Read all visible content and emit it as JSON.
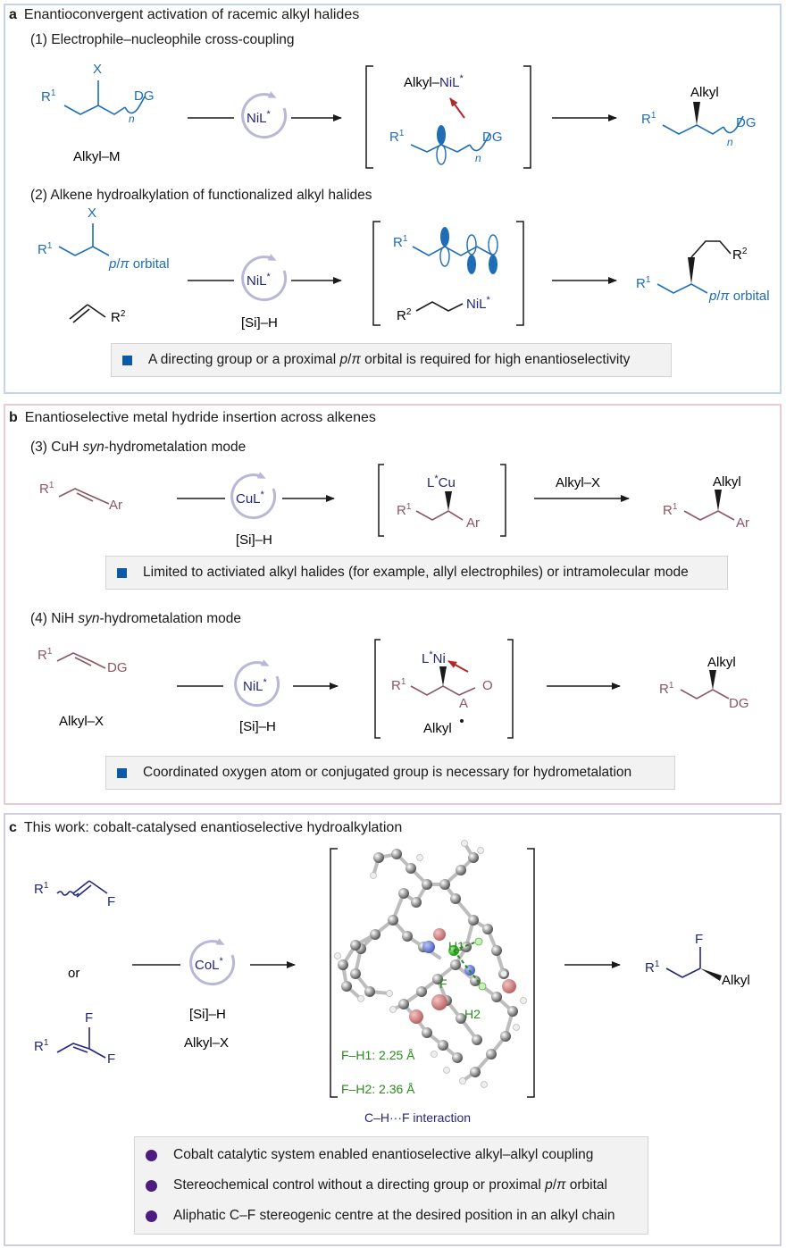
{
  "panel_a": {
    "letter": "a",
    "title": "Enantioconvergent activation of racemic alkyl halides",
    "sub1": "(1) Electrophile–nucleophile cross-coupling",
    "sub2": "(2) Alkene hydroalkylation of functionalized alkyl halides",
    "catalyst": "NiL*",
    "alkyl_m": "Alkyl–M",
    "alkyl_nil": "Alkyl–NiL*",
    "alkyl": "Alkyl",
    "si_h": "[Si]–H",
    "note": "A directing group or a proximal p/π orbital is required for high enantioselectivity"
  },
  "panel_b": {
    "letter": "b",
    "title": "Enantioselective metal hydride insertion across alkenes",
    "sub3": "(3) CuH syn-hydrometalation mode",
    "sub4": "(4) NiH syn-hydrometalation mode",
    "cat3": "CuL*",
    "cat4": "NiL*",
    "si_h": "[Si]–H",
    "alkyl_x": "Alkyl–X",
    "alkyl": "Alkyl",
    "note1": "Limited to activiated alkyl halides (for example, allyl electrophiles) or intramolecular mode",
    "note2": "Coordinated oxygen atom or conjugated group is necessary for hydrometalation"
  },
  "panel_c": {
    "letter": "c",
    "title": "This work: cobalt-catalysed enantioselective hydroalkylation",
    "or": "or",
    "catalyst": "CoL*",
    "si_h": "[Si]–H",
    "alkyl_x": "Alkyl–X",
    "fh1": "F–H1: 2.25 Å",
    "fh2": "F–H2: 2.36 Å",
    "interaction": "C–H···F interaction",
    "h1": "H1",
    "h2": "H2",
    "f": "F",
    "bullets": [
      "Cobalt catalytic system enabled enantioselective alkyl–alkyl coupling",
      "Stereochemical control without a directing group or proximal p/π orbital",
      "Aliphatic C–F stereogenic centre at the desired position in an alkyl chain"
    ]
  },
  "colors": {
    "blue": "#1f6db5",
    "mauve": "#8b5663",
    "navy": "#23277a",
    "green": "#2a8a1f",
    "red_arrow": "#b3262a",
    "catalyst_circle": "#b8b8d6",
    "panel_a_border": "#c5d4e8",
    "panel_b_border": "#e8ccd3",
    "panel_c_border": "#cfcde2"
  }
}
